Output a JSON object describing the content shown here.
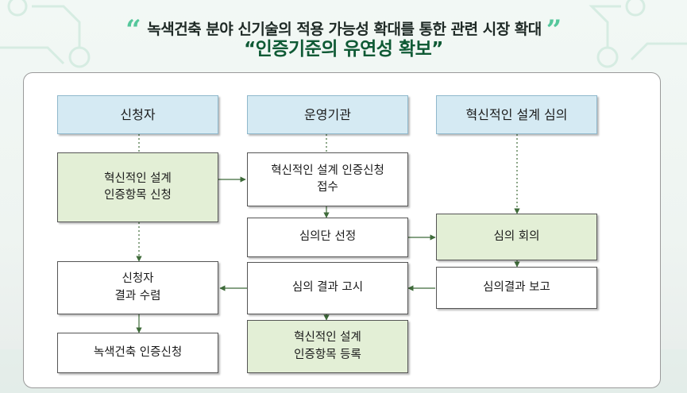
{
  "header": {
    "open_quote": "“",
    "close_quote": "”",
    "headline": "녹색건축 분야 신기술의 적용 가능성 확대를 통한 관련 시장 확대",
    "subheadline": "“인증기준의 유연성 확보”"
  },
  "columns": {
    "applicant": "신청자",
    "operator": "운영기관",
    "committee": "혁신적인 설계 심의"
  },
  "steps": {
    "apply_items": "혁신적인 설계\n인증항목 신청",
    "receive": "혁신적인 설계 인증신청\n접수",
    "select_panel": "심의단 선정",
    "meeting": "심의 회의",
    "report": "심의결과 보고",
    "announce": "심의 결과 고시",
    "accept": "신청자\n결과 수렴",
    "register": "혁신적인 설계\n인증항목 등록",
    "final_apply": "녹색건축 인증신청"
  },
  "colors": {
    "header_box": "#d5eaf3",
    "green_box": "#e3efd6",
    "accent_green": "#0f5a35",
    "quote_green": "#55c79b"
  }
}
